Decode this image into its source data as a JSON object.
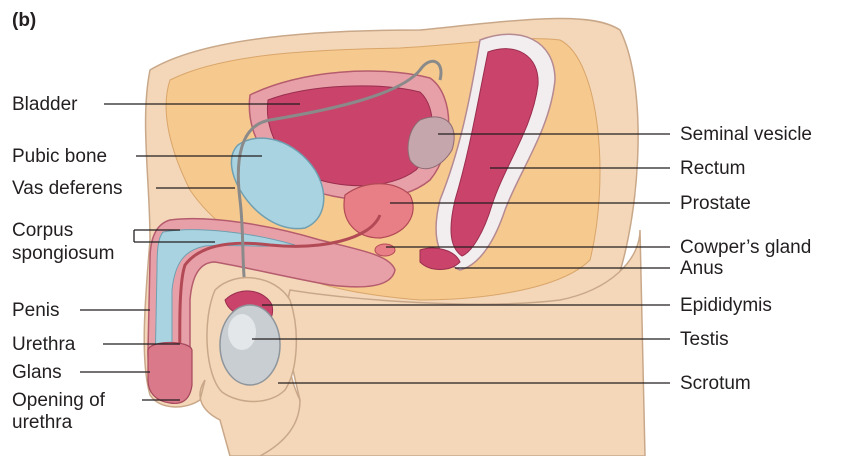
{
  "panel_label": "(b)",
  "labels_left": {
    "bladder": "Bladder",
    "pubic_bone": "Pubic bone",
    "vas_deferens": "Vas deferens",
    "corpus_line1": "Corpus",
    "corpus_line2": "spongiosum",
    "penis": "Penis",
    "urethra": "Urethra",
    "glans": "Glans",
    "opening_line1": "Opening of",
    "opening_line2": "urethra"
  },
  "labels_right": {
    "seminal_vesicle": "Seminal vesicle",
    "rectum": "Rectum",
    "prostate": "Prostate",
    "cowpers_gland": "Cowper’s gland",
    "anus": "Anus",
    "epididymis": "Epididymis",
    "testis": "Testis",
    "scrotum": "Scrotum"
  },
  "colors": {
    "skin": "#f3d7b8",
    "fat": "#f6c98e",
    "muscle_pink": "#e8a0a8",
    "organ_red": "#c9436a",
    "bladder_inner": "#b8345a",
    "bone_blue": "#a9d3e0",
    "testis_grey": "#c9ced3",
    "duct": "#7a7a7a"
  }
}
